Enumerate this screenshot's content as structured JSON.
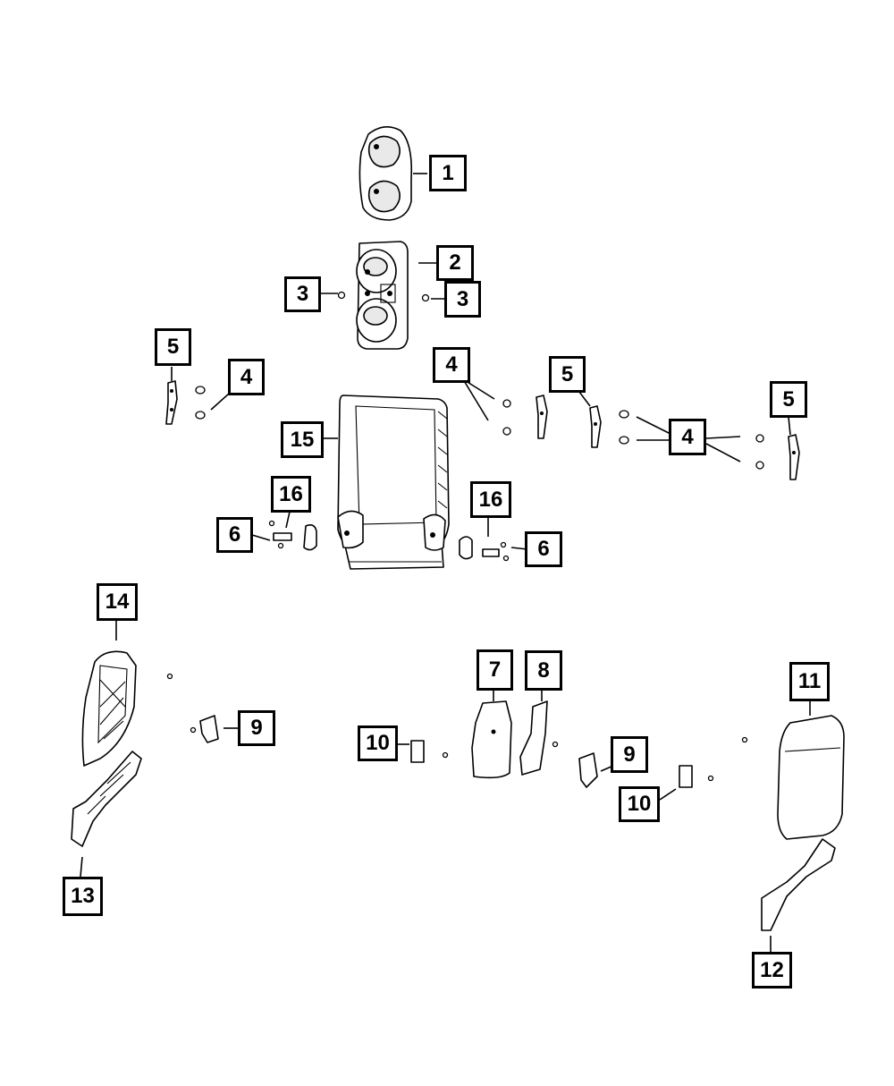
{
  "diagram": {
    "callouts": [
      {
        "id": "c1",
        "label": "1"
      },
      {
        "id": "c2",
        "label": "2"
      },
      {
        "id": "c3a",
        "label": "3"
      },
      {
        "id": "c3b",
        "label": "3"
      },
      {
        "id": "c5a",
        "label": "5"
      },
      {
        "id": "c4a",
        "label": "4"
      },
      {
        "id": "c4b",
        "label": "4"
      },
      {
        "id": "c5b",
        "label": "5"
      },
      {
        "id": "c5c",
        "label": "5"
      },
      {
        "id": "c4c",
        "label": "4"
      },
      {
        "id": "c15",
        "label": "15"
      },
      {
        "id": "c16a",
        "label": "16"
      },
      {
        "id": "c6a",
        "label": "6"
      },
      {
        "id": "c16b",
        "label": "16"
      },
      {
        "id": "c6b",
        "label": "6"
      },
      {
        "id": "c14",
        "label": "14"
      },
      {
        "id": "c9a",
        "label": "9"
      },
      {
        "id": "c7",
        "label": "7"
      },
      {
        "id": "c8",
        "label": "8"
      },
      {
        "id": "c10a",
        "label": "10"
      },
      {
        "id": "c9b",
        "label": "9"
      },
      {
        "id": "c10b",
        "label": "10"
      },
      {
        "id": "c11",
        "label": "11"
      },
      {
        "id": "c13",
        "label": "13"
      },
      {
        "id": "c12",
        "label": "12"
      }
    ]
  }
}
